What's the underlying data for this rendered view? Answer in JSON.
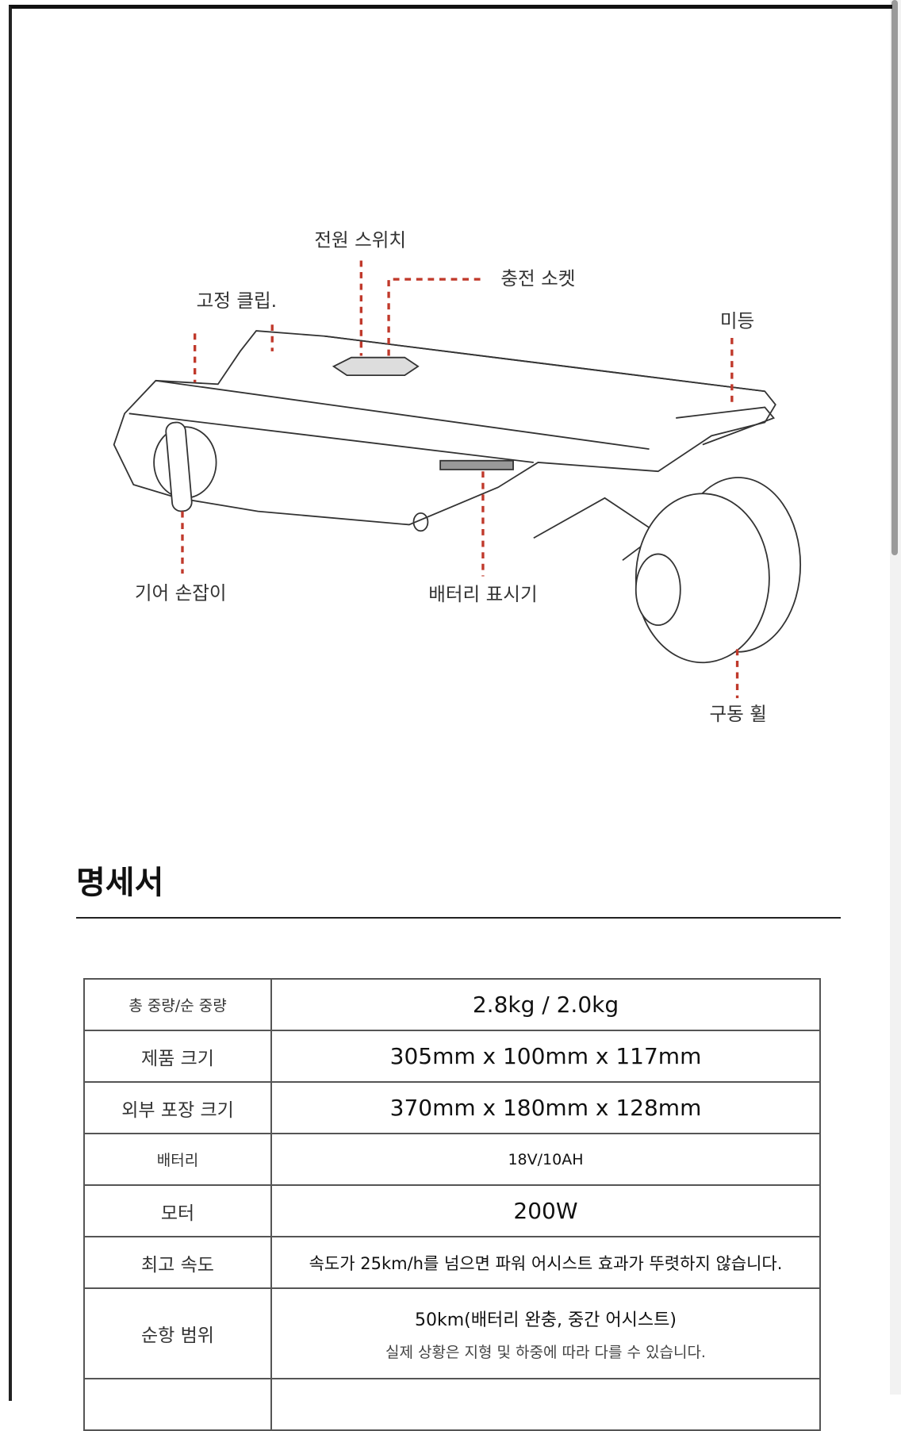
{
  "diagram": {
    "labels": {
      "power_switch": "전원 스위치",
      "charging_socket": "충전 소켓",
      "fixing_clip": "고정 클립.",
      "tail_light": "미등",
      "gear_handle": "기어 손잡이",
      "battery_indicator": "배터리 표시기",
      "drive_wheel": "구동 휠"
    },
    "leader_color": "#c0392b"
  },
  "specs": {
    "title": "명세서",
    "rows": [
      {
        "label": "총 중량/순 중량",
        "value": "2.8kg / 2.0kg"
      },
      {
        "label": "제품 크기",
        "value": "305mm  x 100mm x  117mm"
      },
      {
        "label": "외부 포장 크기",
        "value": "370mm x 180mm x 128mm"
      },
      {
        "label": "배터리",
        "value": "18V/10AH"
      },
      {
        "label": "모터",
        "value": "200W"
      },
      {
        "label": "최고 속도",
        "value": "속도가 25km/h를 넘으면 파워 어시스트 효과가 뚜렷하지 않습니다."
      },
      {
        "label": "순항 범위",
        "value": "50km(배터리 완충, 중간 어시스트)",
        "note": "실제 상황은 지형 및 하중에 따라 다를 수 있습니다."
      }
    ]
  }
}
